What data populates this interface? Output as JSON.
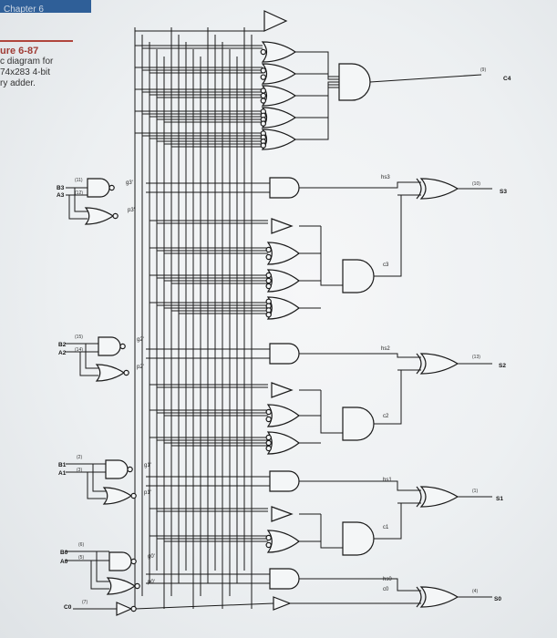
{
  "header": {
    "chapter_text": "Chapter 6"
  },
  "caption": {
    "figure_number": "ure 6-87",
    "lines": [
      "c diagram for",
      "74x283 4-bit",
      "ry adder."
    ]
  },
  "inputs": {
    "b3": "B3",
    "a3": "A3",
    "b2": "B2",
    "a2": "A2",
    "b1": "B1",
    "a1": "A1",
    "b0": "B0",
    "a0": "A0",
    "c0": "C0"
  },
  "outputs": {
    "c4": "C4",
    "s3": "S3",
    "s2": "S2",
    "s1": "S1",
    "s0": "S0"
  },
  "pins": {
    "b3": "(11)",
    "a3": "(12)",
    "b2": "(15)",
    "a2": "(14)",
    "b1": "(2)",
    "a1": "(3)",
    "b0": "(6)",
    "a0": "(5)",
    "c0": "(7)",
    "c4": "(9)",
    "s3": "(10)",
    "s2": "(13)",
    "s1": "(1)",
    "s0": "(4)"
  },
  "signals": {
    "g3": "g3'",
    "p3": "p3'",
    "g2": "g2'",
    "p2": "p2'",
    "g1": "g1'",
    "p1": "p1'",
    "g0": "g0'",
    "p0": "p0'",
    "hs3": "hs3",
    "hs2": "hs2",
    "hs1": "hs1",
    "hs0": "hs0",
    "c3": "c3",
    "c2": "c2",
    "c1": "c1",
    "c0": "c0"
  },
  "colors": {
    "line": "#1a1a1a",
    "caption_accent": "#b0453c",
    "header": "#2f5f98"
  }
}
